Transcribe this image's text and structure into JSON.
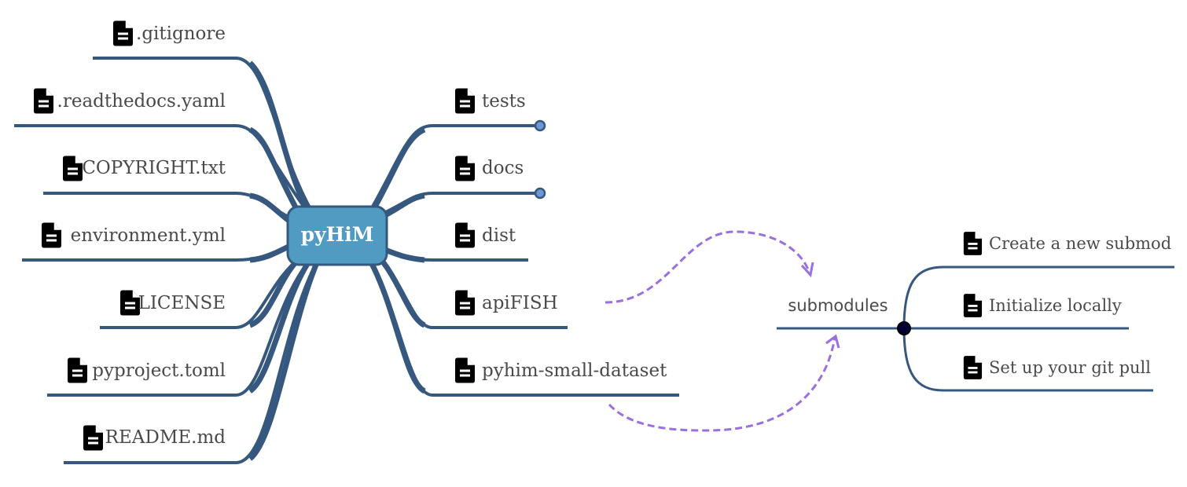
{
  "root": {
    "label": "pyHiM"
  },
  "left_nodes": [
    {
      "label": ".gitignore",
      "icon": "file-icon"
    },
    {
      "label": ".readthedocs.yaml",
      "icon": "file-icon"
    },
    {
      "label": "COPYRIGHT.txt",
      "icon": "file-icon"
    },
    {
      "label": "environment.yml",
      "icon": "file-icon"
    },
    {
      "label": "LICENSE",
      "icon": "file-icon"
    },
    {
      "label": "pyproject.toml",
      "icon": "file-icon"
    },
    {
      "label": "README.md",
      "icon": "file-icon"
    }
  ],
  "right_nodes": [
    {
      "label": "tests",
      "icon": "file-icon",
      "collapsed": true
    },
    {
      "label": "docs",
      "icon": "file-icon",
      "collapsed": true
    },
    {
      "label": "dist",
      "icon": "file-icon",
      "collapsed": false
    },
    {
      "label": "apiFISH",
      "icon": "file-icon",
      "collapsed": false
    },
    {
      "label": "pyhim-small-dataset",
      "icon": "file-icon",
      "collapsed": false
    }
  ],
  "submodules": {
    "label": "submodules",
    "children": [
      {
        "label": "Create a new submod",
        "icon": "file-icon"
      },
      {
        "label": "Initialize locally",
        "icon": "file-icon"
      },
      {
        "label": "Set up your git pull",
        "icon": "file-icon"
      }
    ]
  },
  "colors": {
    "branch": "#36587f",
    "root_fill": "#4f9bc2",
    "root_border": "#36587f",
    "relation": "#9a6fe0",
    "collapse_dot": "#6a99d6",
    "junction": "#000033"
  }
}
